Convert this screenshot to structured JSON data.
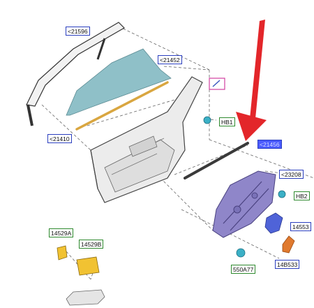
{
  "diagram": {
    "labels": {
      "p21596": "<21596",
      "p21452": "<21452",
      "p21410": "<21410",
      "hb1": "HB1",
      "p21456": "<21456",
      "p23208": "<23208",
      "hb2": "HB2",
      "p14553": "14553",
      "p14529a": "14529A",
      "p14529b": "14529B",
      "p14b533": "14B533",
      "p550a77": "550A77"
    },
    "icons": {
      "pink_marker": "cursor-hand-icon",
      "arrow": "red-down-arrow"
    },
    "colors": {
      "arrow": "#e3262a",
      "glass": "#8fc0c8",
      "seal": "#d9a640",
      "regulator": "#8f86c9",
      "motor": "#4f63d8",
      "clip": "#f1c232",
      "module": "#e07a2f",
      "connector": "#3bb0c6",
      "label_border_blue": "#2b3fbf",
      "label_border_green": "#2f8a2f"
    }
  }
}
